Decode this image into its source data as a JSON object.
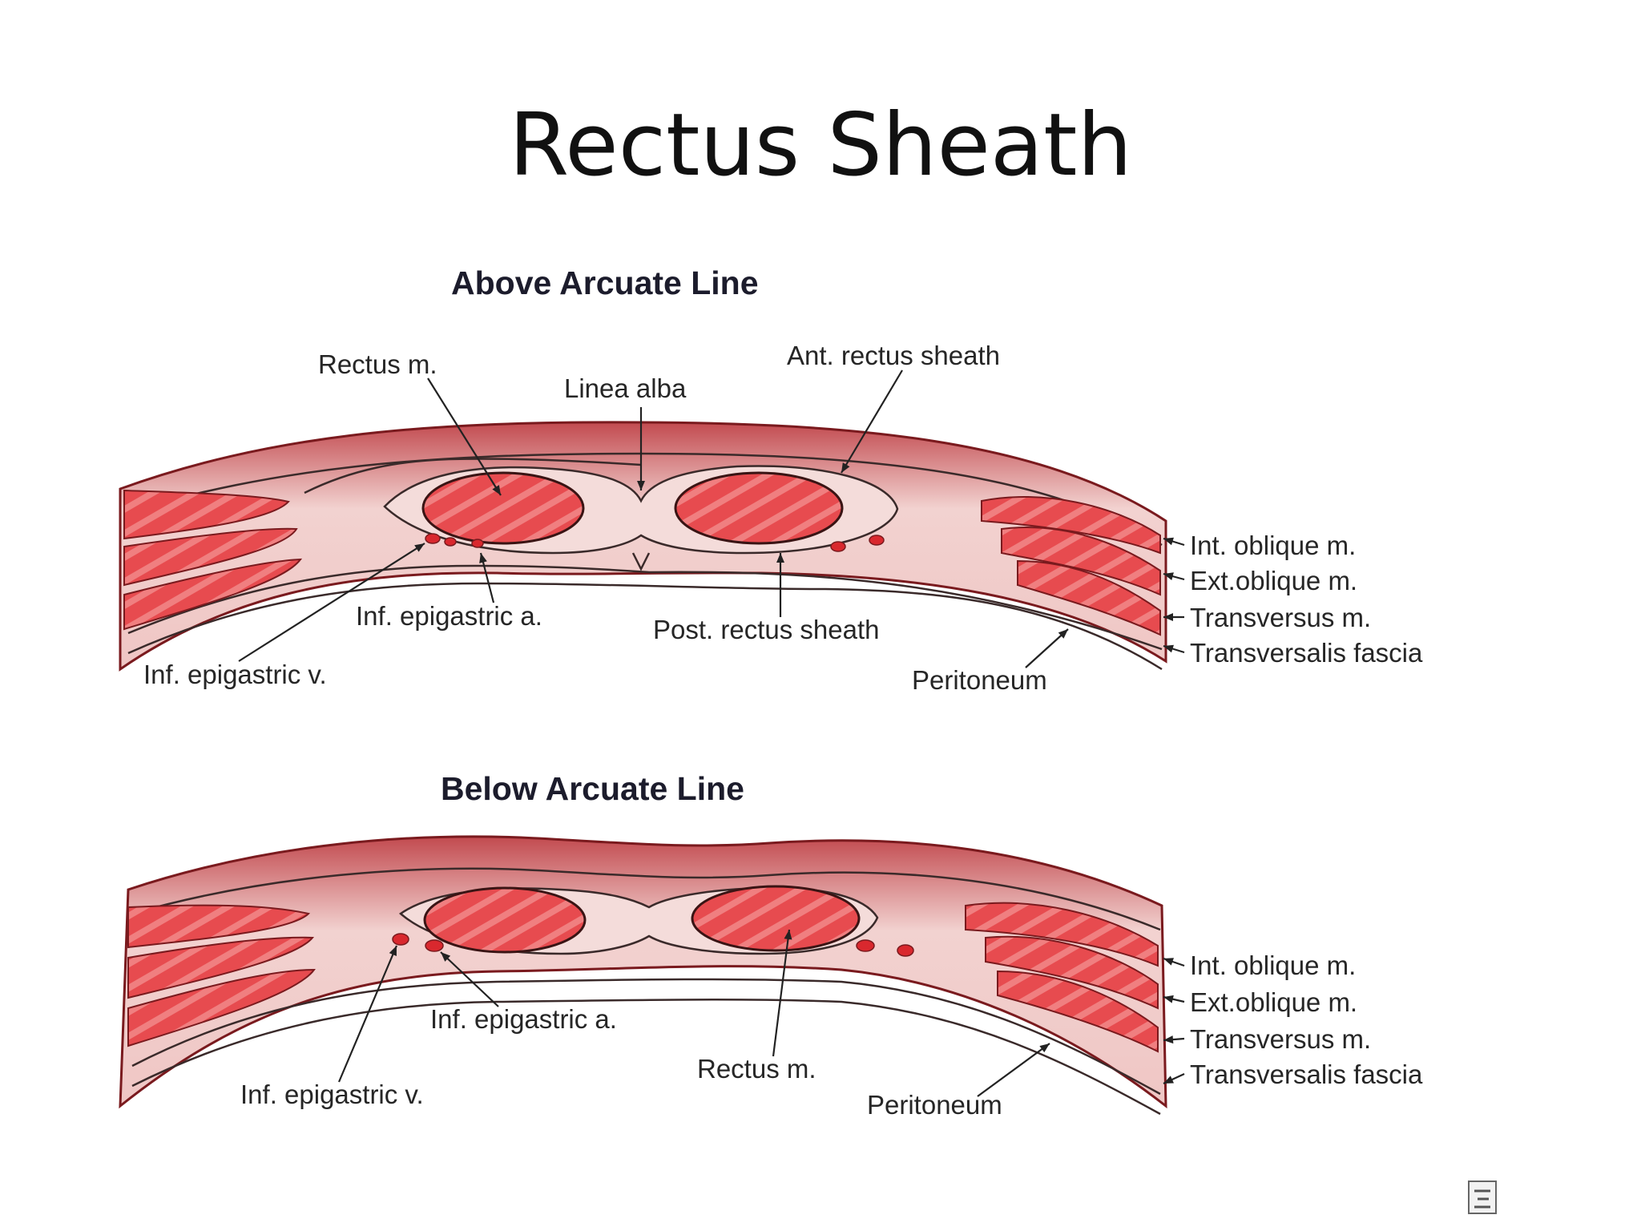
{
  "title": "Rectus Sheath",
  "colors": {
    "muscle": "#e74b4f",
    "muscle_stripe": "#f7a1a0",
    "sheath": "#efc6c4",
    "outline": "#7a1a1e",
    "vessel": "#d9282e"
  },
  "above": {
    "heading": "Above Arcuate Line",
    "labels": {
      "rectus": "Rectus m.",
      "linea_alba": "Linea alba",
      "ant_sheath": "Ant. rectus sheath",
      "int_oblique": "Int. oblique m.",
      "ext_oblique": "Ext.oblique m.",
      "transversus": "Transversus m.",
      "transversalis": "Transversalis fascia",
      "epi_a": "Inf. epigastric a.",
      "post_sheath": "Post. rectus sheath",
      "epi_v": "Inf. epigastric v.",
      "peritoneum": "Peritoneum"
    }
  },
  "below": {
    "heading": "Below Arcuate Line",
    "labels": {
      "int_oblique": "Int. oblique m.",
      "ext_oblique": "Ext.oblique m.",
      "transversus": "Transversus m.",
      "transversalis": "Transversalis fascia",
      "epi_a": "Inf. epigastric a.",
      "rectus": "Rectus m.",
      "epi_v": "Inf. epigastric v.",
      "peritoneum": "Peritoneum"
    }
  }
}
